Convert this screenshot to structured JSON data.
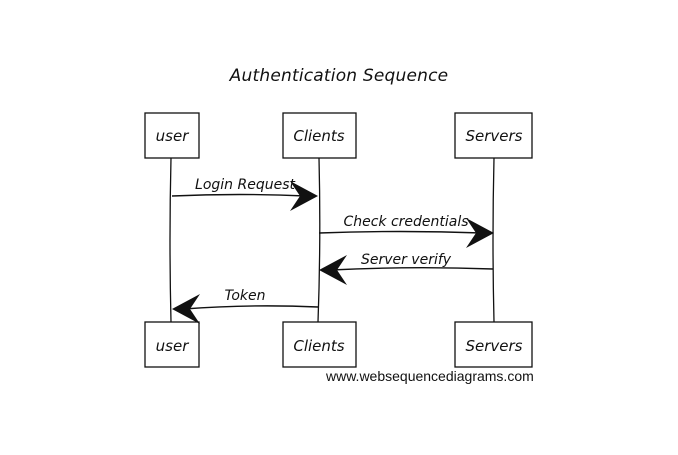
{
  "title": "Authentication Sequence",
  "participants": [
    {
      "id": "user",
      "label": "user"
    },
    {
      "id": "clients",
      "label": "Clients"
    },
    {
      "id": "servers",
      "label": "Servers"
    }
  ],
  "messages": [
    {
      "from": "user",
      "to": "clients",
      "label": "Login Request"
    },
    {
      "from": "clients",
      "to": "servers",
      "label": "Check credentials"
    },
    {
      "from": "servers",
      "to": "clients",
      "label": "Server verify"
    },
    {
      "from": "clients",
      "to": "user",
      "label": "Token"
    }
  ],
  "watermark": "www.websequencediagrams.com"
}
